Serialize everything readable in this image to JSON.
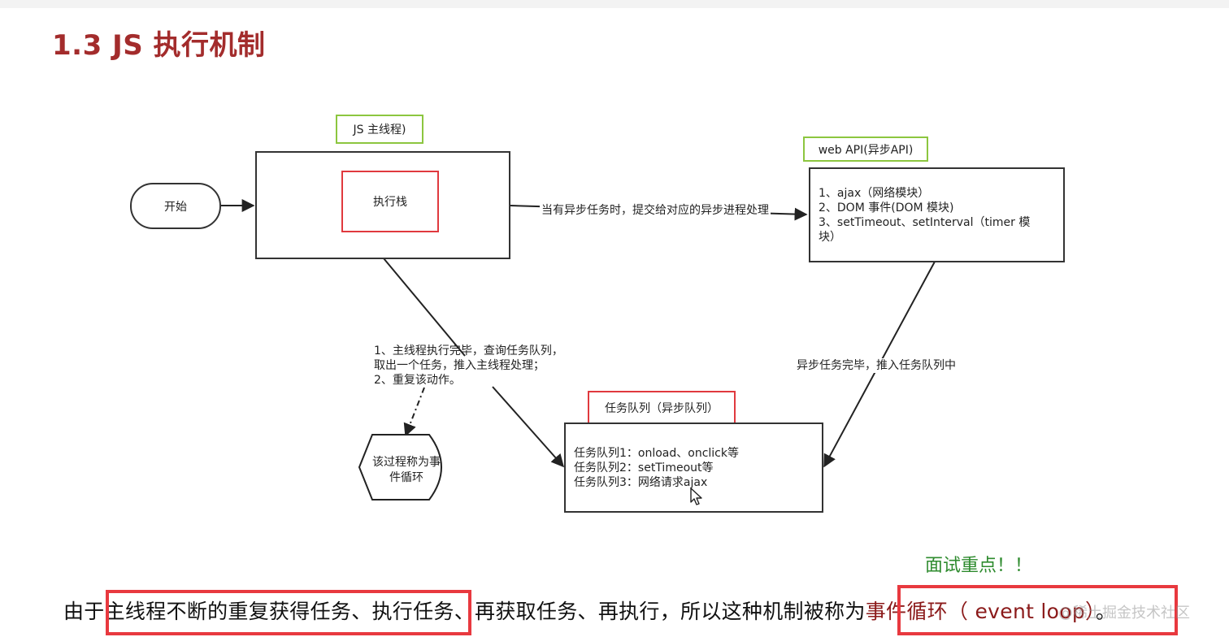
{
  "slide": {
    "title": "1.3 JS 执行机制"
  },
  "diagram": {
    "main_thread_label": "JS 主线程)",
    "exec_stack_label": "执行栈",
    "start_label": "开始",
    "webapi_label": "web API(异步API)",
    "webapi_lines": [
      "1、ajax（网络模块）",
      "2、DOM 事件(DOM 模块)",
      "3、setTimeout、setInterval（timer 模",
      "块）"
    ],
    "edge_main_to_webapi": "当有异步任务时，提交给对应的异步进程处理",
    "edge_webapi_to_queue": "异步任务完毕，推入任务队列中",
    "main_thread_notes": [
      "1、主线程执行完毕，查询任务队列，",
      "取出一个任务，推入主线程处理；",
      "2、重复该动作。"
    ],
    "loop_node_label": "该过程称为事件循环",
    "queue_label": "任务队列（异步队列）",
    "queue_lines": [
      "任务队列1：onload、onclick等",
      "任务队列2：setTimeout等",
      "任务队列3：网络请求ajax"
    ]
  },
  "footer": {
    "sentence_prefix": "由于",
    "sentence_hl1": "主线程不断的重复获得任务、执行任务",
    "sentence_mid": "、再获取任务、再执行，所以这种机制被称为",
    "sentence_hl2": "事件循环（ event loop）",
    "sentence_suffix": "。",
    "note": "面试重点！！",
    "watermark": "@稀土掘金技术社区"
  },
  "colors": {
    "title": "#a32c2c",
    "green_label_border": "#8cc63f",
    "red_label_border": "#e0393e",
    "highlight_border": "#e8393f",
    "note": "#2e8b2e"
  }
}
